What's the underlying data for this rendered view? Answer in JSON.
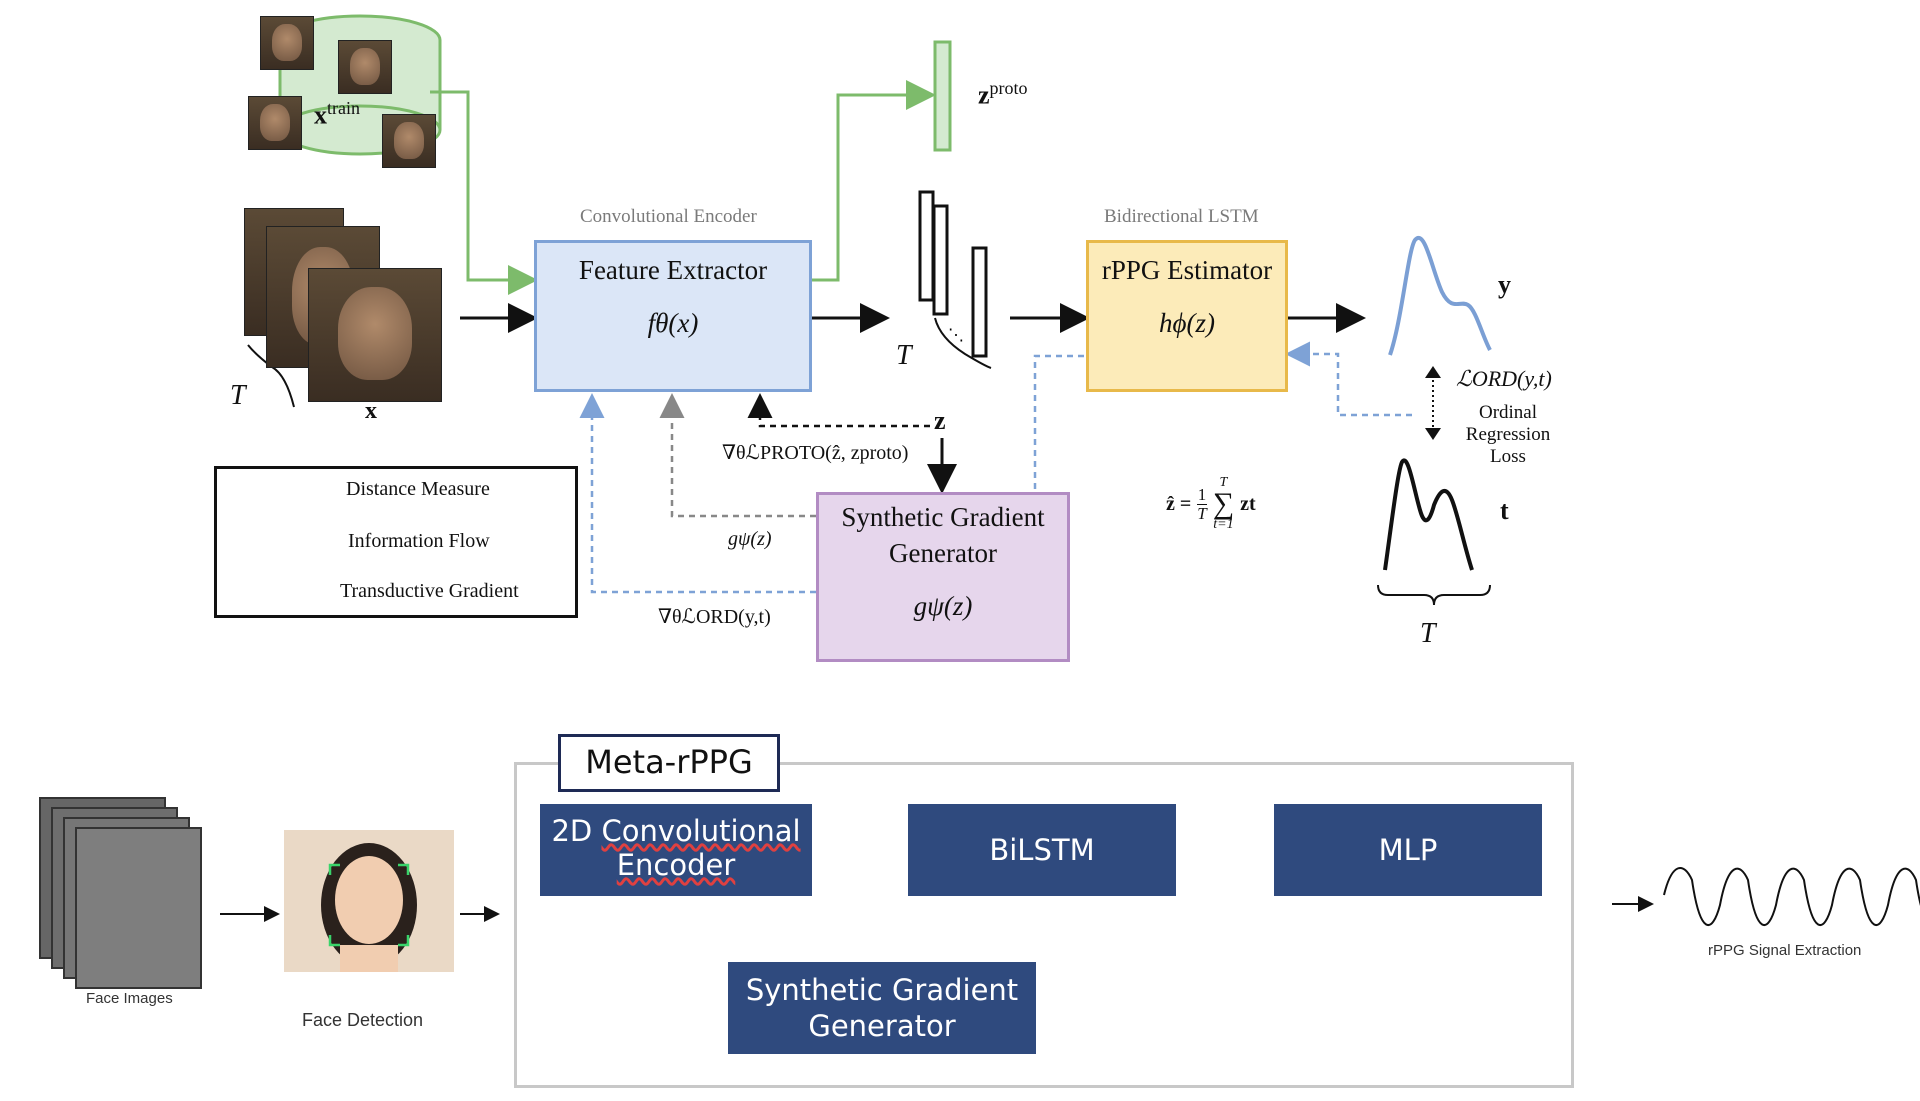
{
  "top_diagram": {
    "x_train_label": "x",
    "x_train_sup": "train",
    "x_label": "x",
    "T_label": "T",
    "conv_encoder_caption": "Convolutional Encoder",
    "feature_extractor_title": "Feature Extractor",
    "feature_extractor_fn": "fθ(x)",
    "z_proto_label": "z",
    "z_proto_sup": "proto",
    "T_label_2": "T",
    "bilstm_caption": "Bidirectional LSTM",
    "rppg_title": "rPPG Estimator",
    "rppg_fn": "hϕ(z)",
    "y_label": "y",
    "loss_ord_label": "ℒORD(y,t)",
    "loss_caption_1": "Ordinal",
    "loss_caption_2": "Regression",
    "loss_caption_3": "Loss",
    "t_label": "t",
    "T_label_3": "T",
    "z_label": "z",
    "grad_proto_label": "∇θℒPROTO(ẑ, zproto)",
    "g_psi_label": "gψ(z)",
    "grad_ord_label": "∇θℒORD(y,t)",
    "sgg_title_1": "Synthetic Gradient",
    "sgg_title_2": "Generator",
    "sgg_fn": "gψ(z)",
    "zhat_formula_lhs": "ẑ =",
    "zhat_formula_frac_num": "1",
    "zhat_formula_frac_den": "T",
    "zhat_formula_sum_top": "T",
    "zhat_formula_sum_bottom": "t=1",
    "zhat_formula_term": "zt",
    "legend": [
      {
        "label": "Distance Measure",
        "style": "dotted-double"
      },
      {
        "label": "Information Flow",
        "style": "solid"
      },
      {
        "label": "Transductive Gradient",
        "style": "dashed"
      }
    ]
  },
  "bottom_diagram": {
    "face_images_label": "Face Images",
    "face_detection_label": "Face Detection",
    "container_title": "Meta-rPPG",
    "conv_encoder_line1": "2D Convolutional",
    "conv_encoder_line2": "Encoder",
    "bilstm_label": "BiLSTM",
    "mlp_label": "MLP",
    "sgg_line1": "Synthetic Gradient",
    "sgg_line2": "Generator",
    "signal_label": "rPPG Signal Extraction"
  },
  "colors": {
    "green_arrow": "#7dbb6b",
    "blue_dashed": "#7ea2d6",
    "navy_box": "#2f4a7e",
    "signal_blue": "#7b9fd4"
  }
}
